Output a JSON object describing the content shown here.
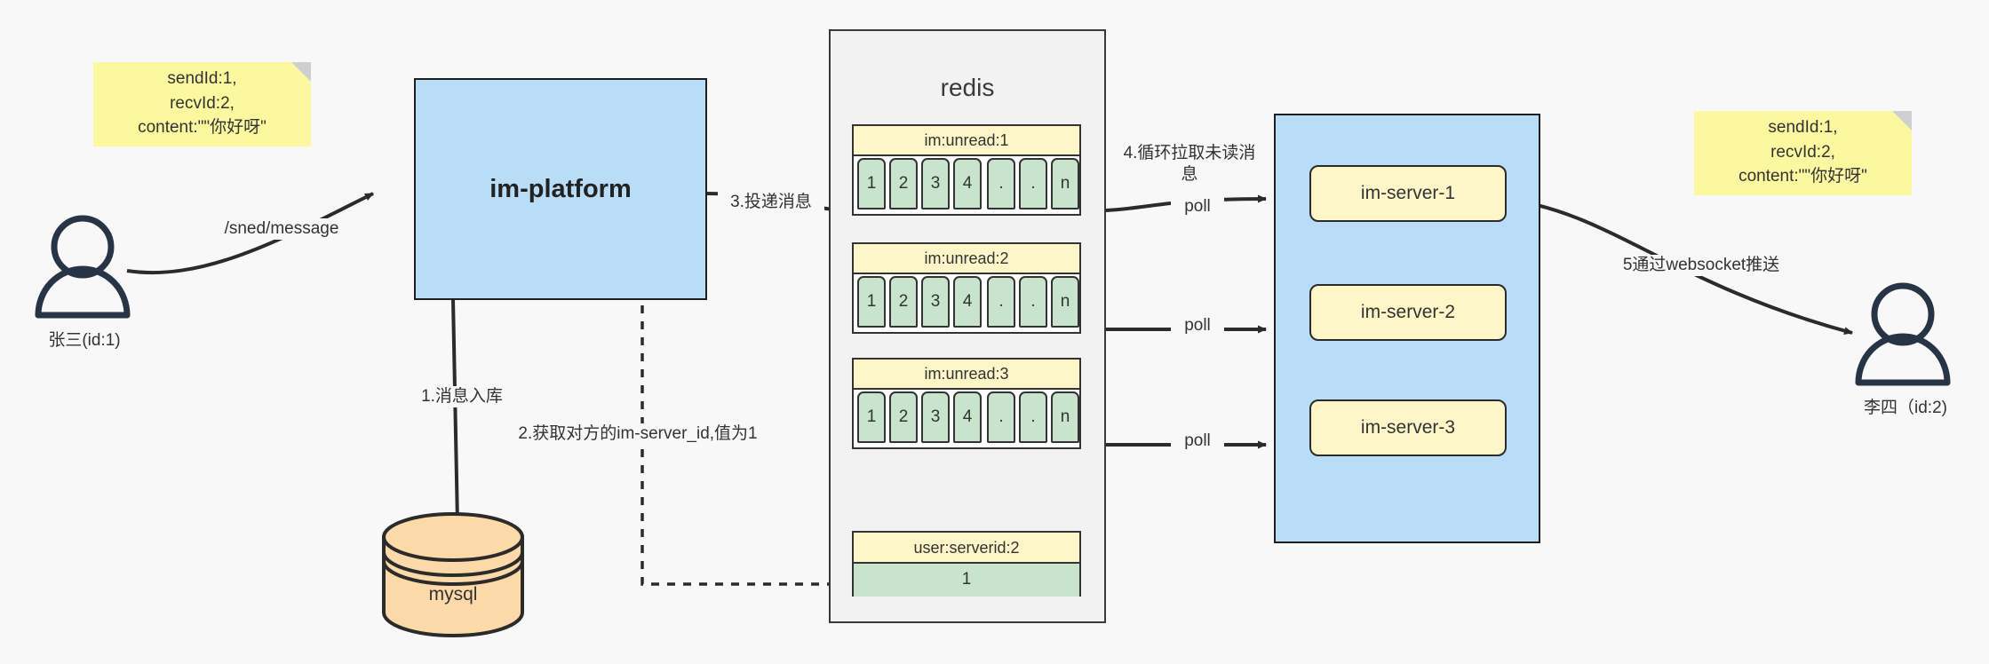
{
  "diagram": {
    "title": "IM message delivery architecture",
    "colors": {
      "background": "#f8f8f8",
      "note_yellow": "#fcf8a0",
      "box_blue": "#b9dcf7",
      "cell_green": "#c8e4cd",
      "header_yellow": "#fcf6c8",
      "db_orange": "#fbd9a8",
      "stroke": "#2b2b2b",
      "actor": "#263445"
    }
  },
  "actors": {
    "sender": {
      "caption": "张三(id:1)"
    },
    "receiver": {
      "caption": "李四（id:2)"
    }
  },
  "notes": {
    "left": {
      "text": "sendId:1,\nrecvId:2,\ncontent:\"\"你好呀\""
    },
    "right": {
      "text": "sendId:1,\nrecvId:2,\ncontent:\"\"你好呀\""
    }
  },
  "nodes": {
    "im_platform": {
      "label": "im-platform"
    },
    "mysql": {
      "label": "mysql"
    },
    "redis": {
      "label": "redis"
    }
  },
  "redis_lists": [
    {
      "key": "im:unread:1",
      "cells": [
        "1",
        "2",
        "3",
        "4",
        ".",
        ".",
        "n"
      ]
    },
    {
      "key": "im:unread:2",
      "cells": [
        "1",
        "2",
        "3",
        "4",
        ".",
        ".",
        "n"
      ]
    },
    {
      "key": "im:unread:3",
      "cells": [
        "1",
        "2",
        "3",
        "4",
        ".",
        ".",
        "n"
      ]
    }
  ],
  "redis_serverid": {
    "key": "user:serverid:2",
    "value": "1"
  },
  "im_servers": [
    {
      "label": "im-server-1"
    },
    {
      "label": "im-server-2"
    },
    {
      "label": "im-server-3"
    }
  ],
  "edges": {
    "send_message": "/sned/message",
    "step1": "1.消息入库",
    "step2": "2.获取对方的im-server_id,值为1",
    "step3": "3.投递消息",
    "step4": "4.循环拉取未读消\n息",
    "step5": "5通过websocket推送",
    "poll1": "poll",
    "poll2": "poll",
    "poll3": "poll"
  }
}
